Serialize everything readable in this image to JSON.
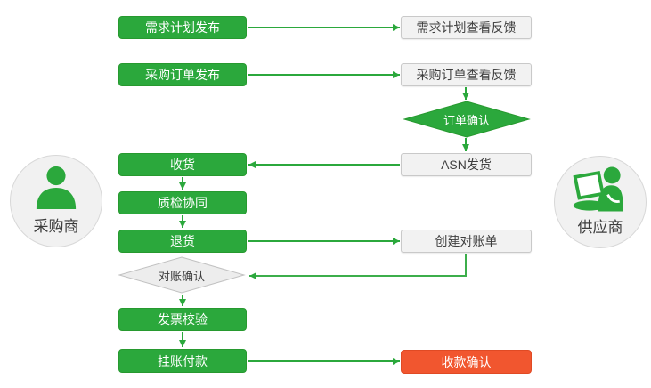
{
  "diagram": {
    "actors": {
      "buyer": {
        "label": "采购商",
        "icon": "person-icon"
      },
      "supplier": {
        "label": "供应商",
        "icon": "person-laptop-icon"
      }
    },
    "nodes": {
      "demand_plan_publish": "需求计划发布",
      "demand_plan_feedback": "需求计划查看反馈",
      "po_publish": "采购订单发布",
      "po_feedback": "采购订单查看反馈",
      "order_confirm": "订单确认",
      "receive_goods": "收货",
      "asn_ship": "ASN发货",
      "quality_collab": "质检协同",
      "return_goods": "退货",
      "create_statement": "创建对账单",
      "statement_confirm": "对账确认",
      "invoice_verify": "发票校验",
      "payment_on_account": "挂账付款",
      "receipt_confirm": "收款确认"
    },
    "colors": {
      "green": "#2ba83c",
      "red": "#f1562f",
      "light_fill": "#f2f2f2",
      "light_border": "#c9c9c9",
      "text_dark": "#3f3f3f",
      "white": "#ffffff"
    }
  }
}
